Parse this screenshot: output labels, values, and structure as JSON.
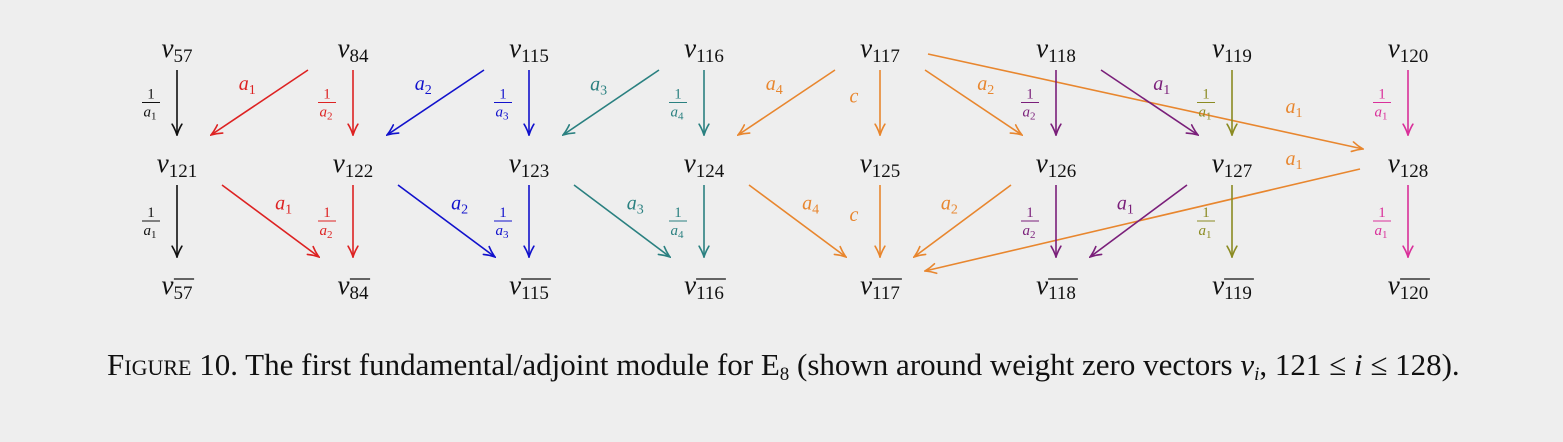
{
  "colors": {
    "black": "#111111",
    "red": "#dd2222",
    "blue": "#1111cc",
    "teal": "#2a8080",
    "orange": "#e8862e",
    "purple": "#7a1f7a",
    "olive": "#8b8b22",
    "magenta": "#d9309a"
  },
  "nodes": [
    {
      "id": "n57",
      "row": 0,
      "col": 0,
      "base": "v",
      "sub": "57",
      "overline": false
    },
    {
      "id": "n84",
      "row": 0,
      "col": 1,
      "base": "v",
      "sub": "84",
      "overline": false
    },
    {
      "id": "n115",
      "row": 0,
      "col": 2,
      "base": "v",
      "sub": "115",
      "overline": false
    },
    {
      "id": "n116",
      "row": 0,
      "col": 3,
      "base": "v",
      "sub": "116",
      "overline": false
    },
    {
      "id": "n117",
      "row": 0,
      "col": 4,
      "base": "v",
      "sub": "117",
      "overline": false
    },
    {
      "id": "n118",
      "row": 0,
      "col": 5,
      "base": "v",
      "sub": "118",
      "overline": false
    },
    {
      "id": "n119",
      "row": 0,
      "col": 6,
      "base": "v",
      "sub": "119",
      "overline": false
    },
    {
      "id": "n120",
      "row": 0,
      "col": 7,
      "base": "v",
      "sub": "120",
      "overline": false
    },
    {
      "id": "n121",
      "row": 1,
      "col": 0,
      "base": "v",
      "sub": "121",
      "overline": false
    },
    {
      "id": "n122",
      "row": 1,
      "col": 1,
      "base": "v",
      "sub": "122",
      "overline": false
    },
    {
      "id": "n123",
      "row": 1,
      "col": 2,
      "base": "v",
      "sub": "123",
      "overline": false
    },
    {
      "id": "n124",
      "row": 1,
      "col": 3,
      "base": "v",
      "sub": "124",
      "overline": false
    },
    {
      "id": "n125",
      "row": 1,
      "col": 4,
      "base": "v",
      "sub": "125",
      "overline": false
    },
    {
      "id": "n126",
      "row": 1,
      "col": 5,
      "base": "v",
      "sub": "126",
      "overline": false
    },
    {
      "id": "n127",
      "row": 1,
      "col": 6,
      "base": "v",
      "sub": "127",
      "overline": false
    },
    {
      "id": "n128",
      "row": 1,
      "col": 7,
      "base": "v",
      "sub": "128",
      "overline": false
    },
    {
      "id": "b57",
      "row": 2,
      "col": 0,
      "base": "v",
      "sub": "57",
      "overline": true
    },
    {
      "id": "b84",
      "row": 2,
      "col": 1,
      "base": "v",
      "sub": "84",
      "overline": true
    },
    {
      "id": "b115",
      "row": 2,
      "col": 2,
      "base": "v",
      "sub": "115",
      "overline": true
    },
    {
      "id": "b116",
      "row": 2,
      "col": 3,
      "base": "v",
      "sub": "116",
      "overline": true
    },
    {
      "id": "b117",
      "row": 2,
      "col": 4,
      "base": "v",
      "sub": "117",
      "overline": true
    },
    {
      "id": "b118",
      "row": 2,
      "col": 5,
      "base": "v",
      "sub": "118",
      "overline": true
    },
    {
      "id": "b119",
      "row": 2,
      "col": 6,
      "base": "v",
      "sub": "119",
      "overline": true
    },
    {
      "id": "b120",
      "row": 2,
      "col": 7,
      "base": "v",
      "sub": "120",
      "overline": true
    }
  ],
  "edges": [
    {
      "from": "n57",
      "to": "n121",
      "color": "black",
      "label": {
        "kind": "frac",
        "num": "1",
        "den": "a",
        "den_sub": "1"
      }
    },
    {
      "from": "n84",
      "to": "n121",
      "color": "red",
      "label": {
        "kind": "sym",
        "text": "a",
        "sub": "1"
      }
    },
    {
      "from": "n84",
      "to": "n122",
      "color": "red",
      "label": {
        "kind": "frac",
        "num": "1",
        "den": "a",
        "den_sub": "2"
      }
    },
    {
      "from": "n115",
      "to": "n122",
      "color": "blue",
      "label": {
        "kind": "sym",
        "text": "a",
        "sub": "2"
      }
    },
    {
      "from": "n115",
      "to": "n123",
      "color": "blue",
      "label": {
        "kind": "frac",
        "num": "1",
        "den": "a",
        "den_sub": "3"
      }
    },
    {
      "from": "n116",
      "to": "n123",
      "color": "teal",
      "label": {
        "kind": "sym",
        "text": "a",
        "sub": "3"
      }
    },
    {
      "from": "n116",
      "to": "n124",
      "color": "teal",
      "label": {
        "kind": "frac",
        "num": "1",
        "den": "a",
        "den_sub": "4"
      }
    },
    {
      "from": "n117",
      "to": "n124",
      "color": "orange",
      "label": {
        "kind": "sym",
        "text": "a",
        "sub": "4"
      }
    },
    {
      "from": "n117",
      "to": "n125",
      "color": "orange",
      "label": {
        "kind": "sym",
        "text": "c",
        "sub": ""
      }
    },
    {
      "from": "n117",
      "to": "n126",
      "color": "orange",
      "label": {
        "kind": "sym",
        "text": "a",
        "sub": "2"
      }
    },
    {
      "from": "n117",
      "to": "n128",
      "color": "orange",
      "label": {
        "kind": "sym",
        "text": "a",
        "sub": "1"
      }
    },
    {
      "from": "n118",
      "to": "n126",
      "color": "purple",
      "label": {
        "kind": "frac",
        "num": "1",
        "den": "a",
        "den_sub": "2"
      }
    },
    {
      "from": "n118",
      "to": "n127",
      "color": "purple",
      "label": {
        "kind": "sym",
        "text": "a",
        "sub": "1"
      }
    },
    {
      "from": "n119",
      "to": "n127",
      "color": "olive",
      "label": {
        "kind": "frac",
        "num": "1",
        "den": "a",
        "den_sub": "1"
      }
    },
    {
      "from": "n120",
      "to": "n128",
      "color": "magenta",
      "label": {
        "kind": "frac",
        "num": "1",
        "den": "a",
        "den_sub": "1"
      }
    },
    {
      "from": "n121",
      "to": "b57",
      "color": "black",
      "label": {
        "kind": "frac",
        "num": "1",
        "den": "a",
        "den_sub": "1"
      }
    },
    {
      "from": "n121",
      "to": "b84",
      "color": "red",
      "label": {
        "kind": "sym",
        "text": "a",
        "sub": "1"
      }
    },
    {
      "from": "n122",
      "to": "b84",
      "color": "red",
      "label": {
        "kind": "frac",
        "num": "1",
        "den": "a",
        "den_sub": "2"
      }
    },
    {
      "from": "n122",
      "to": "b115",
      "color": "blue",
      "label": {
        "kind": "sym",
        "text": "a",
        "sub": "2"
      }
    },
    {
      "from": "n123",
      "to": "b115",
      "color": "blue",
      "label": {
        "kind": "frac",
        "num": "1",
        "den": "a",
        "den_sub": "3"
      }
    },
    {
      "from": "n123",
      "to": "b116",
      "color": "teal",
      "label": {
        "kind": "sym",
        "text": "a",
        "sub": "3"
      }
    },
    {
      "from": "n124",
      "to": "b116",
      "color": "teal",
      "label": {
        "kind": "frac",
        "num": "1",
        "den": "a",
        "den_sub": "4"
      }
    },
    {
      "from": "n124",
      "to": "b117",
      "color": "orange",
      "label": {
        "kind": "sym",
        "text": "a",
        "sub": "4"
      }
    },
    {
      "from": "n125",
      "to": "b117",
      "color": "orange",
      "label": {
        "kind": "sym",
        "text": "c",
        "sub": ""
      }
    },
    {
      "from": "n126",
      "to": "b117",
      "color": "orange",
      "label": {
        "kind": "sym",
        "text": "a",
        "sub": "2"
      }
    },
    {
      "from": "n128",
      "to": "b117",
      "color": "orange",
      "label": {
        "kind": "sym",
        "text": "a",
        "sub": "1"
      }
    },
    {
      "from": "n126",
      "to": "b118",
      "color": "purple",
      "label": {
        "kind": "frac",
        "num": "1",
        "den": "a",
        "den_sub": "2"
      }
    },
    {
      "from": "n127",
      "to": "b118",
      "color": "purple",
      "label": {
        "kind": "sym",
        "text": "a",
        "sub": "1"
      }
    },
    {
      "from": "n127",
      "to": "b119",
      "color": "olive",
      "label": {
        "kind": "frac",
        "num": "1",
        "den": "a",
        "den_sub": "1"
      }
    },
    {
      "from": "n128",
      "to": "b120",
      "color": "magenta",
      "label": {
        "kind": "frac",
        "num": "1",
        "den": "a",
        "den_sub": "1"
      }
    }
  ],
  "caption": {
    "figure_label": "Figure 10.",
    "text_main": "The first fundamental/adjoint module for E",
    "e_sub": "8",
    "text_paren": " (shown around weight zero vectors ",
    "v_base": "v",
    "v_sub": "i",
    "range": ", 121 ≤ ",
    "i_sym": "i",
    "range_end": " ≤ 128)."
  }
}
